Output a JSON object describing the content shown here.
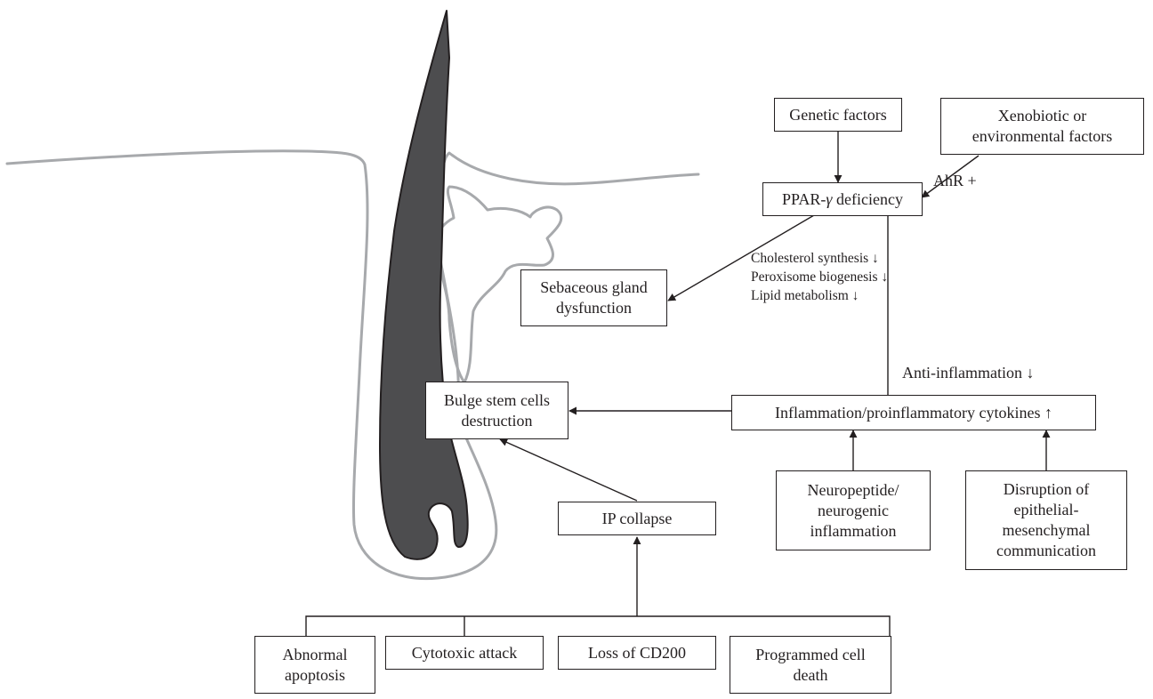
{
  "boxes": {
    "genetic": "Genetic factors",
    "xenobiotic": [
      "Xenobiotic or",
      "environmental factors"
    ],
    "ppar_prefix": "PPAR-",
    "ppar_gamma": "γ",
    "ppar_suffix": " deficiency",
    "sebaceous": [
      "Sebaceous gland",
      "dysfunction"
    ],
    "bulge": [
      "Bulge stem cells",
      "destruction"
    ],
    "inflammation": "Inflammation/proinflammatory cytokines ↑",
    "neuropeptide": [
      "Neuropeptide/",
      "neurogenic",
      "inflammation"
    ],
    "disruption": [
      "Disruption of",
      "epithelial-",
      "mesenchymal",
      "communication"
    ],
    "ip_collapse": "IP collapse",
    "abnormal": [
      "Abnormal",
      "apoptosis"
    ],
    "cytotoxic": "Cytotoxic attack",
    "cd200": "Loss of CD200",
    "programmed": [
      "Programmed cell",
      "death"
    ]
  },
  "labels": {
    "ahr": "AhR +",
    "anti_inflammation": "Anti-inflammation ↓",
    "lipid_effects": [
      "Cholesterol synthesis ↓",
      "Peroxisome biogenesis ↓",
      "Lipid metabolism ↓"
    ]
  },
  "colors": {
    "hair_shaft": "#4d4d4f",
    "follicle_outline": "#a7a9ac",
    "line": "#231f20"
  }
}
